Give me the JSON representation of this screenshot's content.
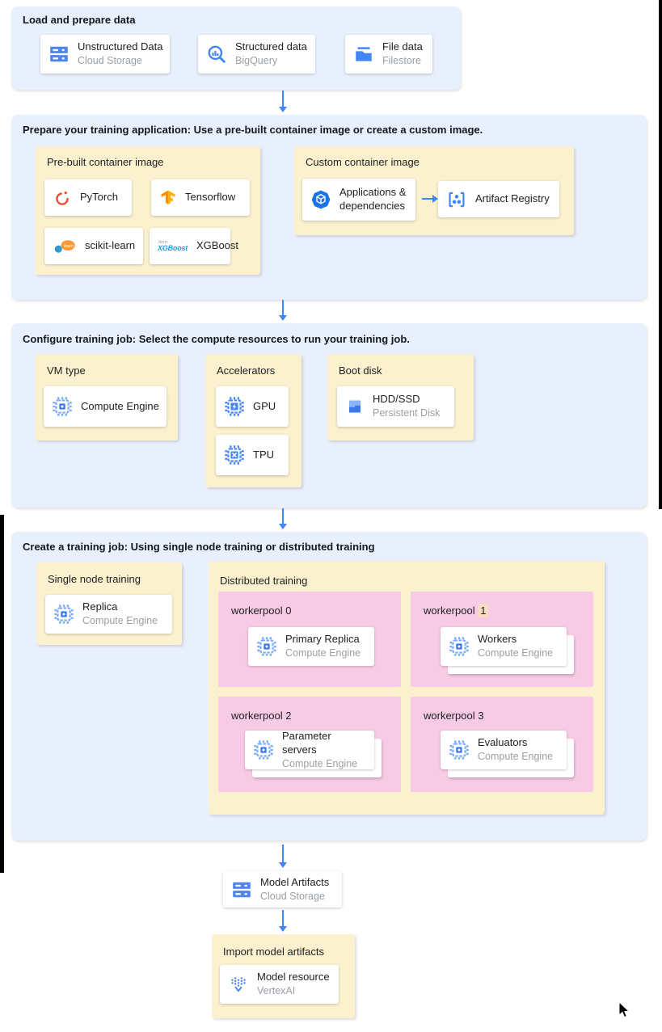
{
  "colors": {
    "panel_blue": "#E9F0FD",
    "box_yellow": "#FBF1CE",
    "box_pink": "#F7CBE5",
    "highlight_peach": "#F8DCC2",
    "accent_blue": "#4285F4",
    "title_text": "#202124",
    "subtitle_gray": "#9AA0A6"
  },
  "load": {
    "title": "Load and prepare data",
    "cards": [
      {
        "title": "Unstructured Data",
        "subtitle": "Cloud Storage",
        "icon": "cloud-storage-icon"
      },
      {
        "title": "Structured data",
        "subtitle": "BigQuery",
        "icon": "bigquery-icon"
      },
      {
        "title": "File data",
        "subtitle": "Filestore",
        "icon": "filestore-icon"
      }
    ]
  },
  "prepare": {
    "title": "Prepare your training application: Use a pre-built container image or create a custom image.",
    "prebuilt": {
      "title": "Pre-built container image",
      "cards": [
        {
          "label": "PyTorch",
          "icon": "pytorch-icon"
        },
        {
          "label": "Tensorflow",
          "icon": "tensorflow-icon"
        },
        {
          "label": "scikit-learn",
          "icon": "scikit-learn-icon",
          "logo_text": "learn"
        },
        {
          "label": "XGBoost",
          "icon": "xgboost-logo",
          "logo_top": "dmlc",
          "logo_main": "XGBoost"
        }
      ]
    },
    "custom": {
      "title": "Custom container image",
      "source": {
        "title": "Applications & dependencies",
        "icon": "applications-icon"
      },
      "target": {
        "title": "Artifact Registry",
        "icon": "artifact-registry-icon"
      }
    }
  },
  "configure": {
    "title": "Configure training job: Select the compute resources to run your training job.",
    "vm": {
      "title": "VM type",
      "card": {
        "title": "Compute Engine",
        "icon": "compute-engine-icon"
      }
    },
    "accelerators": {
      "title": "Accelerators",
      "cards": [
        {
          "title": "GPU",
          "icon": "gpu-icon"
        },
        {
          "title": "TPU",
          "icon": "tpu-icon"
        }
      ]
    },
    "boot": {
      "title": "Boot disk",
      "card": {
        "title": "HDD/SSD",
        "subtitle": "Persistent Disk",
        "icon": "persistent-disk-icon"
      }
    }
  },
  "create": {
    "title": "Create a training job: Using single node training or distributed training",
    "single": {
      "title": "Single node training",
      "card": {
        "title": "Replica",
        "subtitle": "Compute Engine",
        "icon": "compute-engine-icon"
      }
    },
    "distributed": {
      "title": "Distributed training",
      "workerpools": [
        {
          "prefix": "workerpool",
          "num": "0",
          "card": {
            "title": "Primary Replica",
            "subtitle": "Compute Engine",
            "icon": "compute-engine-icon"
          }
        },
        {
          "prefix": "workerpool",
          "num": "1",
          "card": {
            "title": "Workers",
            "subtitle": "Compute Engine",
            "icon": "compute-engine-icon"
          }
        },
        {
          "prefix": "workerpool",
          "num": "2",
          "card": {
            "title": "Parameter servers",
            "subtitle": "Compute Engine",
            "icon": "compute-engine-icon"
          }
        },
        {
          "prefix": "workerpool",
          "num": "3",
          "card": {
            "title": "Evaluators",
            "subtitle": "Compute Engine",
            "icon": "compute-engine-icon"
          }
        }
      ]
    }
  },
  "artifacts": {
    "title": "Model Artifacts",
    "subtitle": "Cloud Storage",
    "icon": "cloud-storage-icon"
  },
  "import_model": {
    "title": "Import model artifacts",
    "card": {
      "title": "Model resource",
      "subtitle": "VertexAI",
      "icon": "vertex-ai-icon"
    }
  }
}
